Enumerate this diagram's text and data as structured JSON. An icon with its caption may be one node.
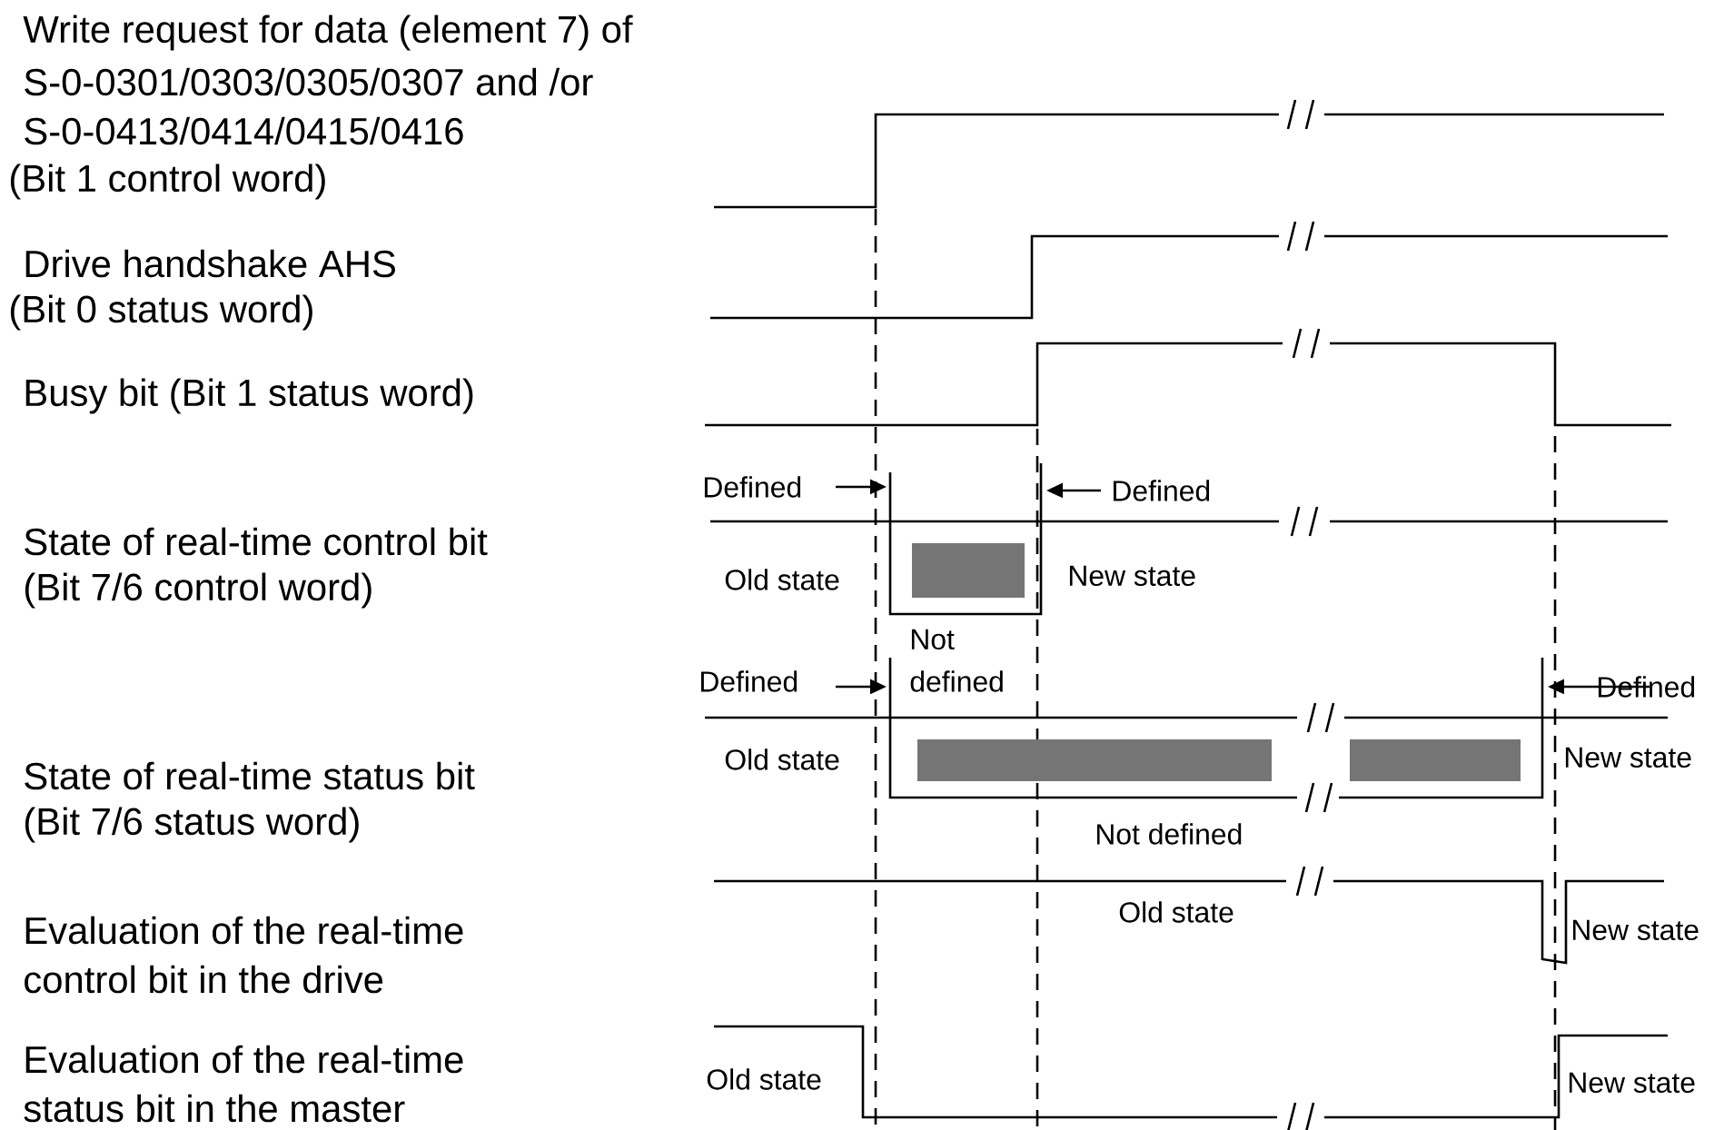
{
  "diagram": {
    "labels": [
      "Write request for data (element 7) of",
      "S-0-0301/0303/0305/0307 and /or",
      "S-0-0413/0414/0415/0416",
      "(Bit 1 control word)",
      "Drive handshake AHS",
      "(Bit 0 status word)",
      "Busy bit (Bit 1 status word)",
      "Defined",
      "Defined",
      "State of real-time control bit",
      "Old state",
      "New state",
      "(Bit 7/6 control word)",
      "Not",
      "Defined",
      "defined",
      "Defined",
      "State of real-time status bit",
      "Old state",
      "New state",
      "(Bit 7/6 status word)",
      "Not defined",
      "Evaluation of the real-time",
      "Old state",
      "control bit in the drive",
      "New state",
      "Evaluation of the real-time",
      "Old state",
      "New state",
      "status bit in the master"
    ]
  }
}
